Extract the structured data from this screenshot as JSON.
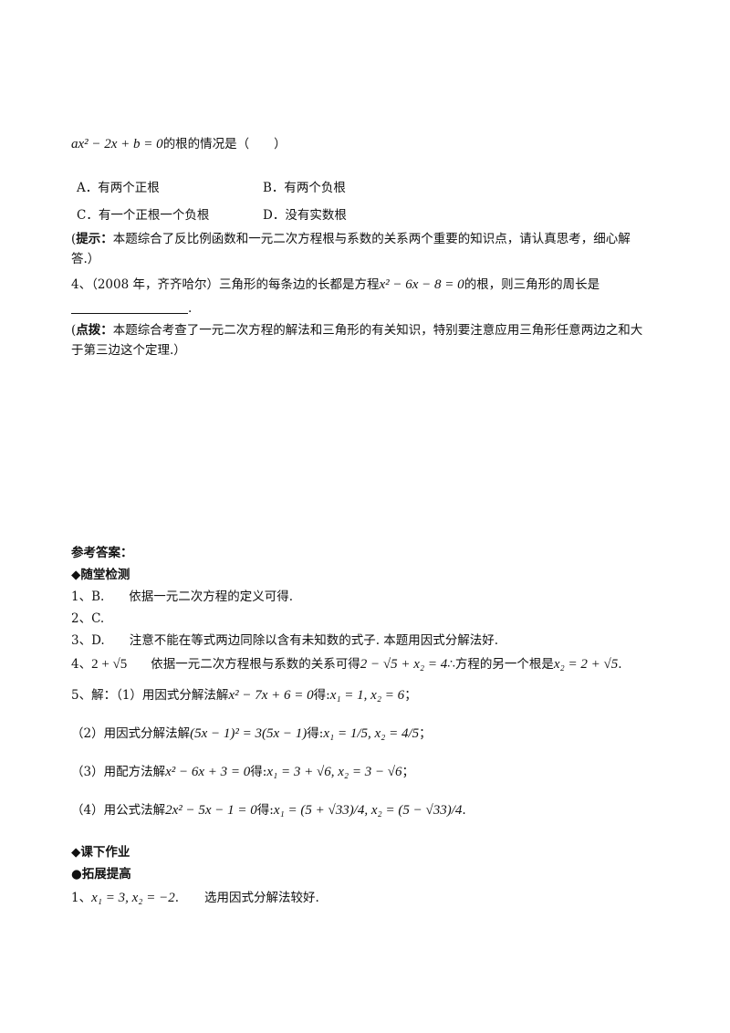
{
  "q3": {
    "equation": "ax² − 2x + b = 0",
    "text": "的根的情况是（　　）",
    "options": [
      "A．有两个正根",
      "B．有两个负根",
      "C．有一个正根一个负根",
      "D．没有实数根"
    ],
    "hint_label": "提示：",
    "hint_line1": "本题综合了反比例函数和一元二次方程根与系数的关系两个重要的知识点，请认真思考，细心解",
    "hint_line2": "答.）"
  },
  "q4": {
    "prefix": "4、（2008 年，齐齐哈尔）三角形的每条边的长都是方程",
    "equation": "x² − 6x − 8 = 0",
    "suffix": "的根，则三角形的周长是",
    "blank_end": ".",
    "tip_label": "点拨：",
    "tip_line1": "本题综合考查了一元二次方程的解法和三角形的有关知识，特别要注意应用三角形任意两边之和大",
    "tip_line2": "于第三边这个定理.）"
  },
  "answers": {
    "title": "参考答案：",
    "section1": "◆随堂检测",
    "a1": "1、B.　　依据一元二次方程的定义可得.",
    "a2": "2、C.",
    "a3": "3、D.　　注意不能在等式两边同除以含有未知数的式子. 本题用因式分解法好.",
    "a4_num": "4、",
    "a4_value": "2 + √5",
    "a4_text": "依据一元二次方程根与系数的关系可得",
    "a4_eq": "2 − √5 + x₂ = 4",
    "a4_therefore": "∴方程的另一个根是",
    "a4_root": "x₂ = 2 + √5",
    "a5_head": "5、解：（1）用因式分解法解",
    "a5_1_eq": "x² − 7x + 6 = 0",
    "a5_1_get": "得:",
    "a5_1_sol": "x₁ = 1, x₂ = 6",
    "a5_2_head": "（2）用因式分解法解",
    "a5_2_eq": "(5x − 1)² = 3(5x − 1)",
    "a5_2_sol": "x₁ = 1/5, x₂ = 4/5",
    "a5_3_head": "（3）用配方法解",
    "a5_3_eq": "x² − 6x + 3 = 0",
    "a5_3_sol": "x₁ = 3 + √6, x₂ = 3 − √6",
    "a5_4_head": "（4）用公式法解",
    "a5_4_eq": "2x² − 5x − 1 = 0",
    "a5_4_sol": "x₁ = (5 + √33)/4, x₂ = (5 − √33)/4",
    "section2": "◆课下作业",
    "section3": "●拓展提高",
    "b1_num": "1、",
    "b1_sol": "x₁ = 3, x₂ = −2",
    "b1_text": "选用因式分解法较好."
  }
}
